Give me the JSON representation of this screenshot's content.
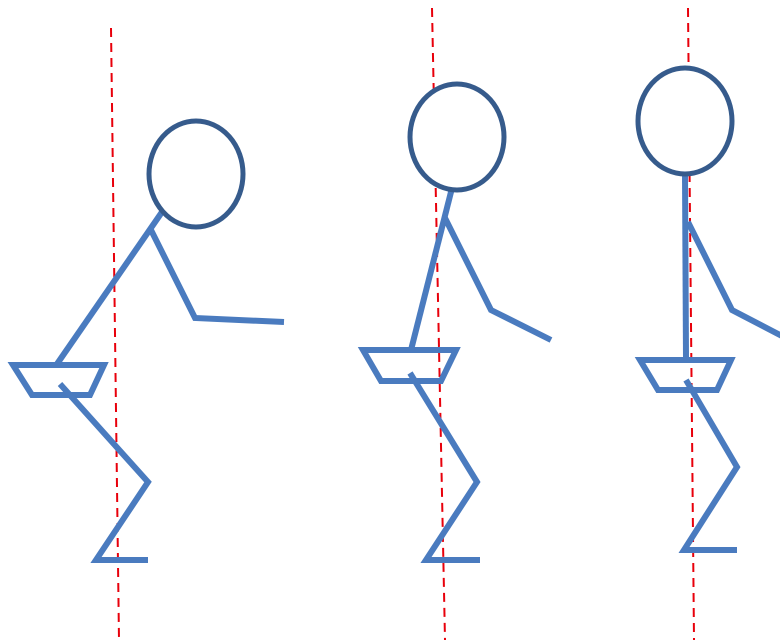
{
  "colors": {
    "figure_stroke": "#4a7bbf",
    "head_stroke": "#365b8c",
    "plumb_line": "#e8000b"
  },
  "figures": [
    {
      "id": "deep-squat",
      "plumb_line": "dashed-vertical"
    },
    {
      "id": "half-squat",
      "plumb_line": "dashed-vertical"
    },
    {
      "id": "upright",
      "plumb_line": "dashed-vertical"
    }
  ]
}
